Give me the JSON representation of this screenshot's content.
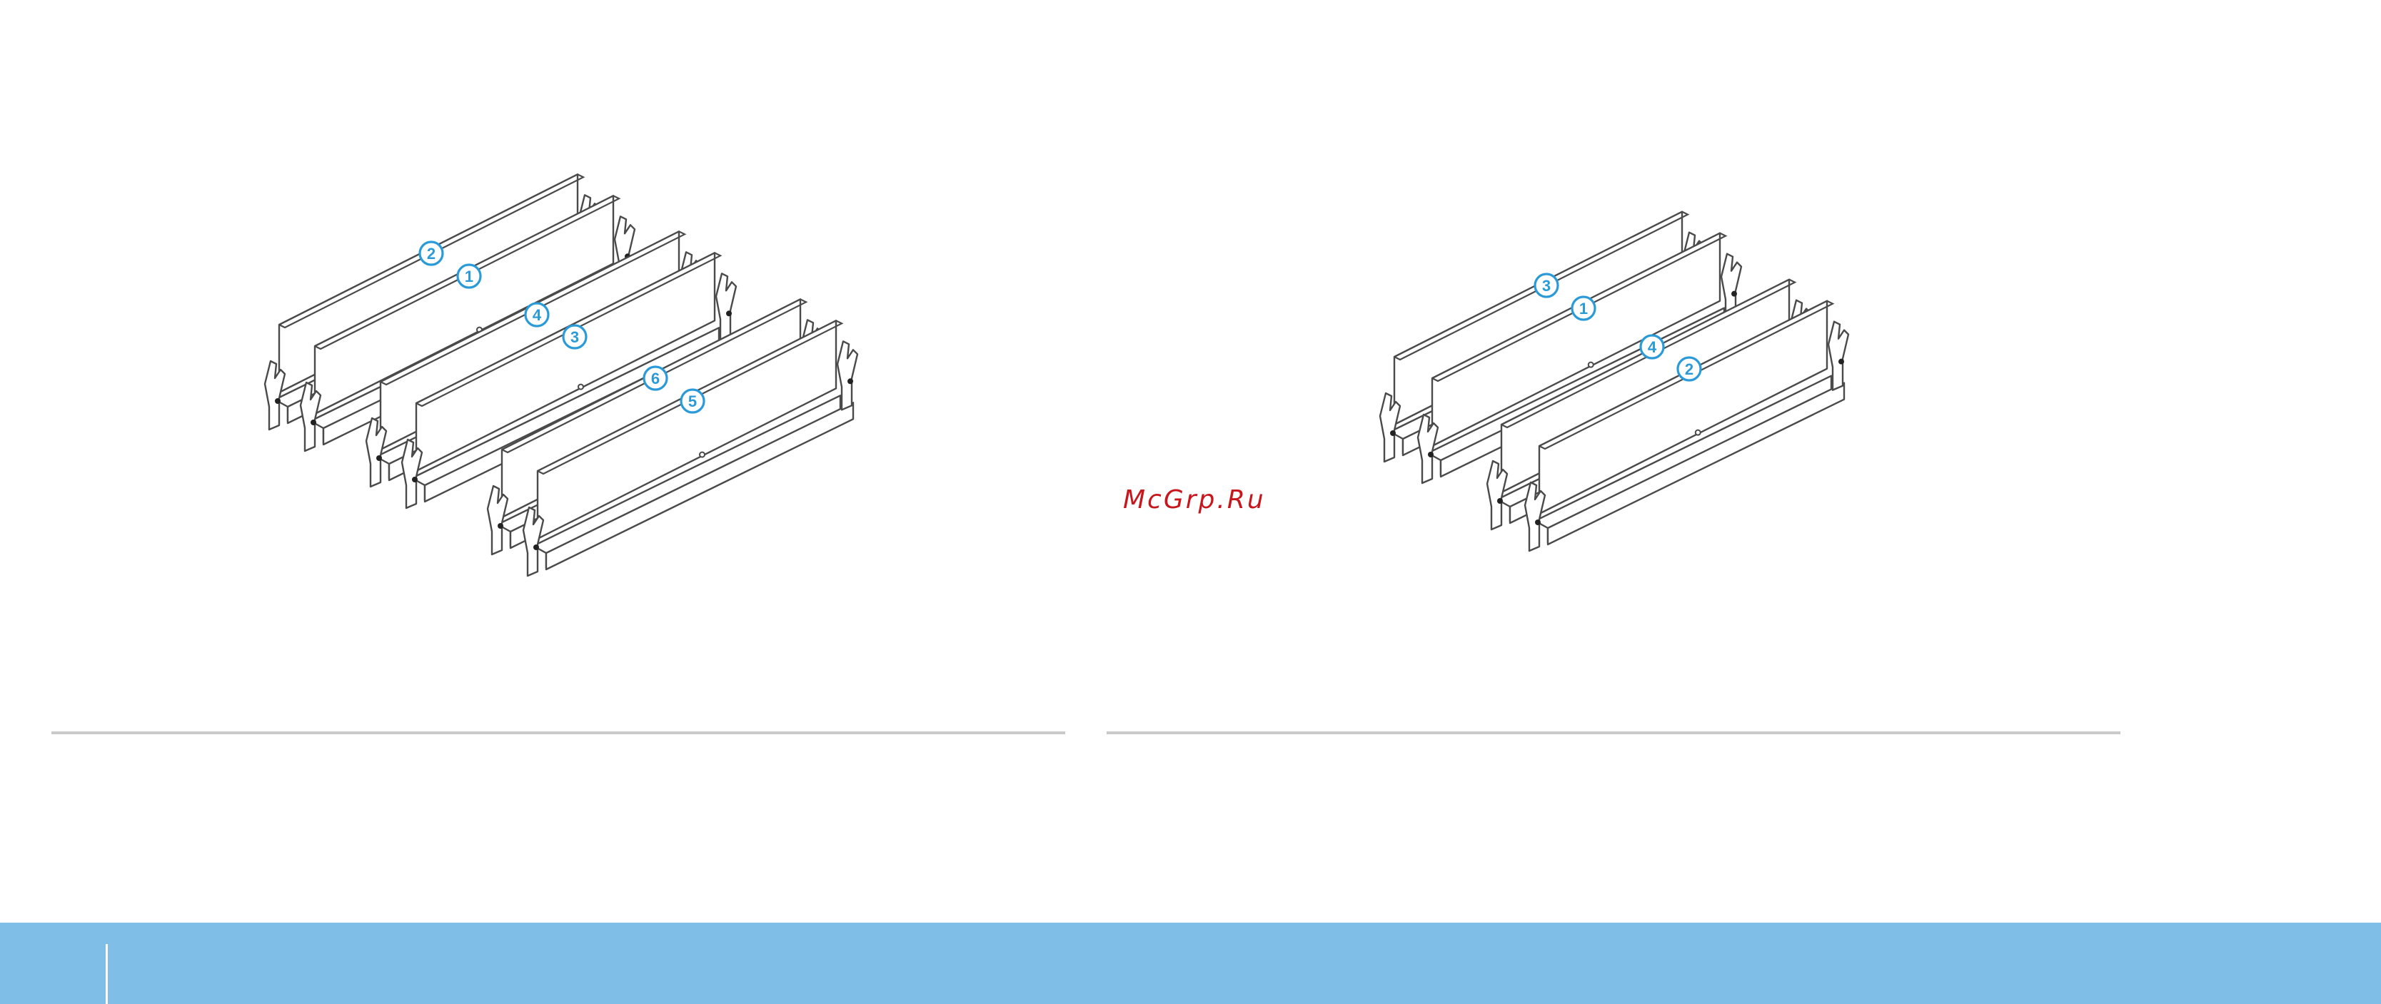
{
  "watermark": {
    "text": "McGrp.Ru"
  },
  "figures": [
    {
      "name": "memory-layout-six-modules",
      "callouts": [
        "2",
        "1",
        "4",
        "3",
        "6",
        "5"
      ]
    },
    {
      "name": "memory-layout-four-modules",
      "callouts": [
        "3",
        "1",
        "4",
        "2"
      ]
    }
  ],
  "colors": {
    "callout": "#2a9bd8",
    "footer_bar": "#7fbfe7",
    "rule": "#c9c9c9",
    "watermark": "#c8161d"
  }
}
